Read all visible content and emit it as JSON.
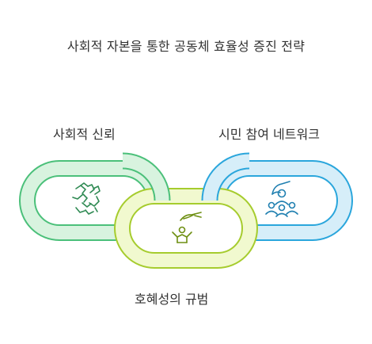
{
  "title": "사회적 자본을 통한 공동체 효율성 증진 전략",
  "links": [
    {
      "label": "사회적 신뢰",
      "icon": "handshake-icon",
      "color": "#4bc07a",
      "fill": "#d8f3df"
    },
    {
      "label": "시민 참여 네트워크",
      "icon": "people-network-icon",
      "color": "#2aa6dc",
      "fill": "#d6eef9"
    },
    {
      "label": "호혜성의 규범",
      "icon": "giving-hand-icon",
      "color": "#a6cc2e",
      "fill": "#f1f9cf"
    }
  ]
}
